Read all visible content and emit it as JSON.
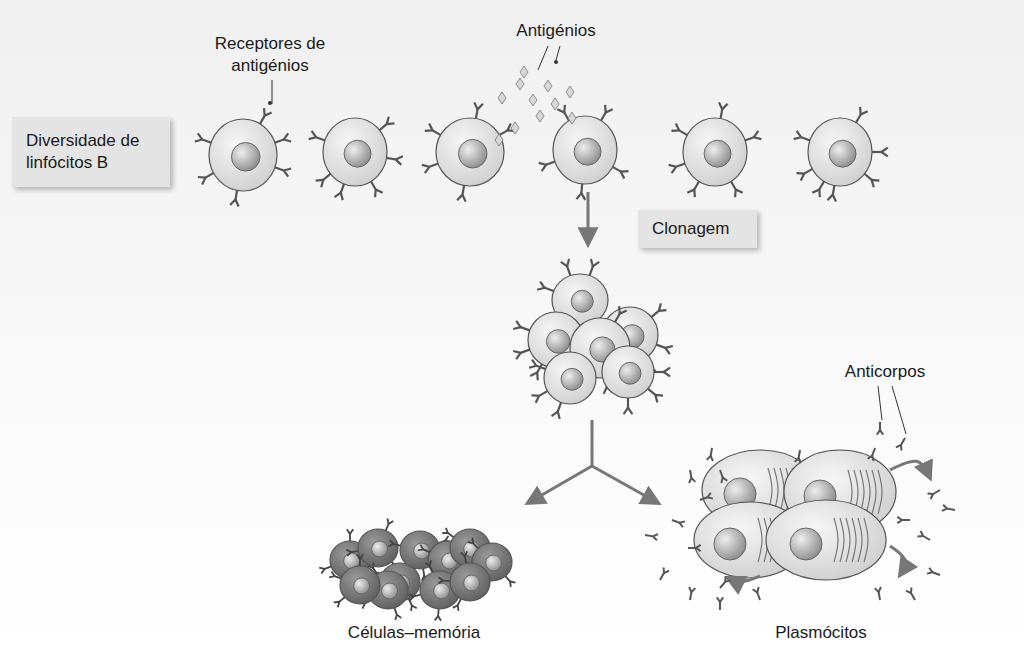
{
  "diagram": {
    "nodes": [
      {
        "text": [
          "Diversidade de linfócitos B"
        ]
      },
      {
        "text": [
          "Clonagem"
        ]
      }
    ],
    "labels": [
      "Receptores de antigénios",
      "Antigénios",
      "Anticorpos",
      "Células–memória",
      "Plasmócitos"
    ]
  }
}
